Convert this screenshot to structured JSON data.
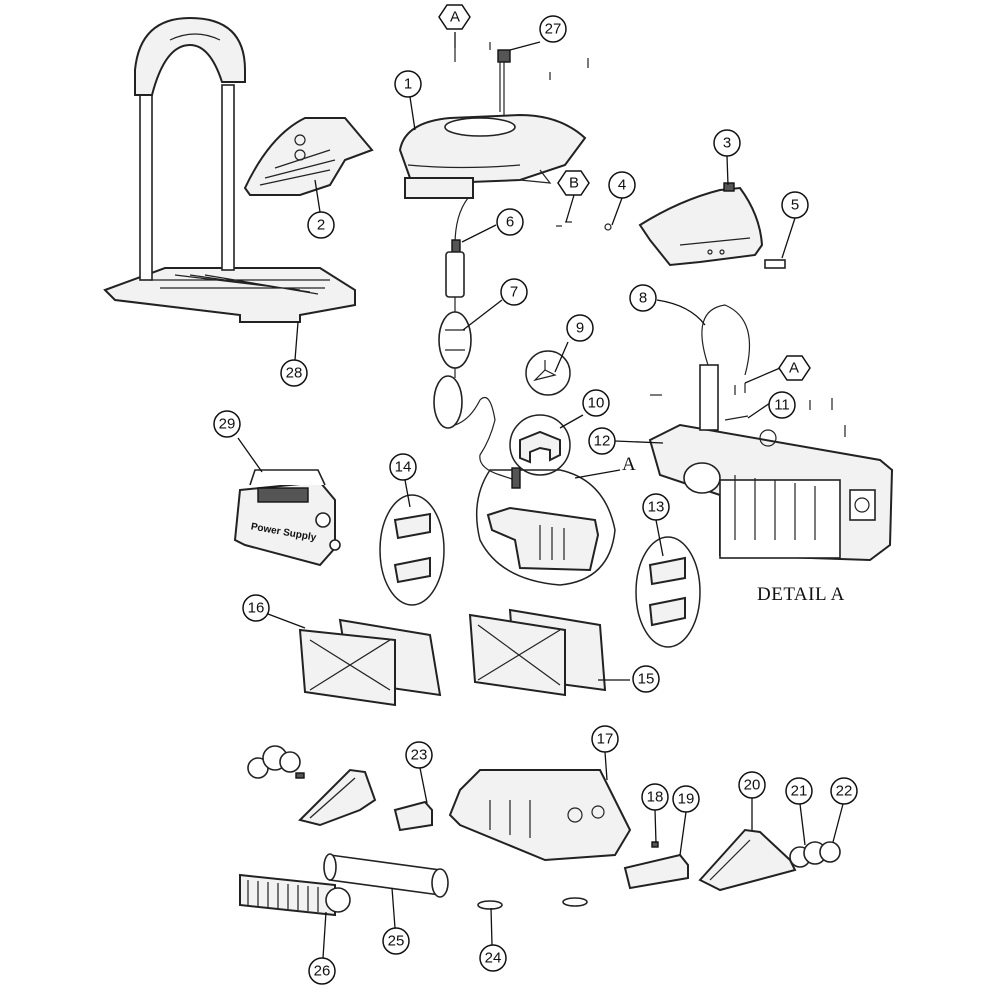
{
  "detail_label": "DETAIL A",
  "inline_detail_letter": "A",
  "power_supply_text": "Power Supply",
  "callouts": [
    {
      "num": "1"
    },
    {
      "num": "2"
    },
    {
      "num": "3"
    },
    {
      "num": "4"
    },
    {
      "num": "5"
    },
    {
      "num": "6"
    },
    {
      "num": "7"
    },
    {
      "num": "8"
    },
    {
      "num": "9"
    },
    {
      "num": "10"
    },
    {
      "num": "11"
    },
    {
      "num": "12"
    },
    {
      "num": "13"
    },
    {
      "num": "14"
    },
    {
      "num": "15"
    },
    {
      "num": "16"
    },
    {
      "num": "17"
    },
    {
      "num": "18"
    },
    {
      "num": "19"
    },
    {
      "num": "20"
    },
    {
      "num": "21"
    },
    {
      "num": "22"
    },
    {
      "num": "23"
    },
    {
      "num": "24"
    },
    {
      "num": "25"
    },
    {
      "num": "26"
    },
    {
      "num": "27"
    },
    {
      "num": "28"
    },
    {
      "num": "29"
    }
  ],
  "hex_tags": [
    {
      "letter": "A"
    },
    {
      "letter": "B"
    },
    {
      "letter": "A"
    }
  ]
}
